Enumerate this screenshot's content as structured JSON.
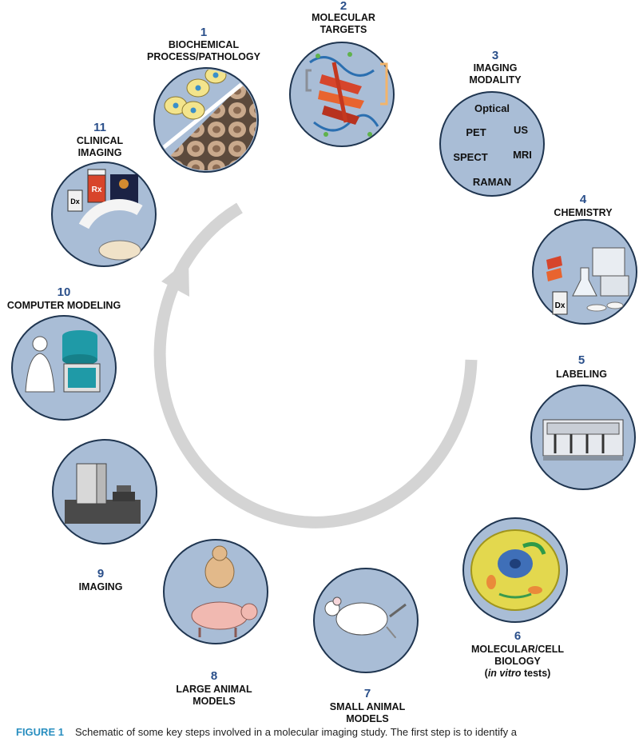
{
  "steps": [
    {
      "number": "1",
      "label": [
        "BIOCHEMICAL",
        "PROCESS/PATHOLOGY"
      ]
    },
    {
      "number": "2",
      "label": [
        "MOLECULAR",
        "TARGETS"
      ]
    },
    {
      "number": "3",
      "label": [
        "IMAGING",
        "MODALITY"
      ]
    },
    {
      "number": "4",
      "label": [
        "CHEMISTRY"
      ]
    },
    {
      "number": "5",
      "label": [
        "LABELING"
      ]
    },
    {
      "number": "6",
      "label": [
        "MOLECULAR/CELL",
        "BIOLOGY"
      ],
      "label_extra_prefix": "(",
      "label_extra_italic": "in vitro",
      "label_extra_suffix": " tests)"
    },
    {
      "number": "7",
      "label": [
        "SMALL ANIMAL",
        "MODELS"
      ]
    },
    {
      "number": "8",
      "label": [
        "LARGE ANIMAL",
        "MODELS"
      ]
    },
    {
      "number": "9",
      "label": [
        "IMAGING"
      ]
    },
    {
      "number": "10",
      "label": [
        "COMPUTER MODELING"
      ]
    },
    {
      "number": "11",
      "label": [
        "CLINICAL",
        "IMAGING"
      ]
    }
  ],
  "modalities": [
    "Optical",
    "PET",
    "US",
    "SPECT",
    "MRI",
    "RAMAN"
  ],
  "icon_text": {
    "rx": "Rx",
    "dx": "Dx"
  },
  "caption": {
    "figure_label": "FIGURE 1",
    "text": "Schematic of some key steps involved in a molecular imaging study. The first step is to identify a"
  },
  "colors": {
    "circle_fill": "#a9bdd6",
    "circle_stroke": "#1f3550",
    "number": "#2a4f8a",
    "arrow": "#d4d4d4",
    "caption_label": "#2a8fc0"
  }
}
